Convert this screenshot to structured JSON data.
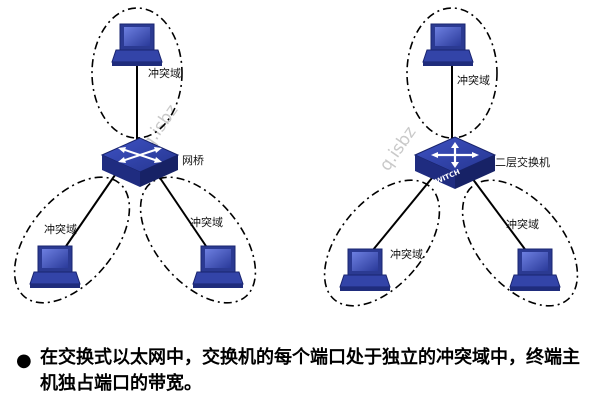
{
  "left_network": {
    "device_label": "网桥",
    "domain_labels": [
      "冲突域",
      "冲突域",
      "冲突域"
    ]
  },
  "right_network": {
    "device_label": "二层交换机",
    "device_face_text": "SWITCH",
    "domain_labels": [
      "冲突域",
      "冲突域",
      "冲突域"
    ]
  },
  "watermark": "q.isbz",
  "bullet": {
    "symbol": "●",
    "text": "在交换式以太网中，交换机的每个端口处于独立的冲突域中，终端主机独占端口的带宽。"
  },
  "colors": {
    "device_blue": "#2d3f9e",
    "device_dark": "#1b2a78",
    "link": "#000000"
  }
}
